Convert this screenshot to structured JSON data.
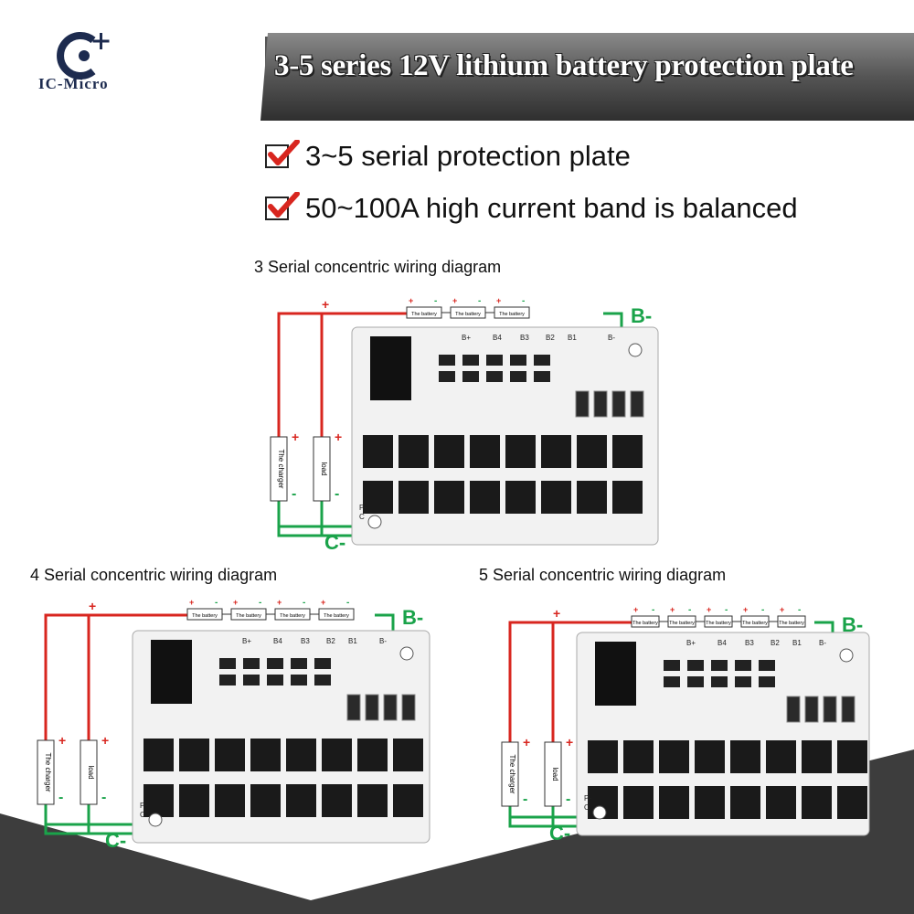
{
  "brand": {
    "name": "IC-Micro"
  },
  "banner": {
    "title": "3-5 series 12V lithium battery protection plate"
  },
  "features": [
    {
      "text": "3~5 serial protection plate"
    },
    {
      "text": "50~100A high current band is balanced"
    }
  ],
  "colors": {
    "positive_wire": "#d8261f",
    "negative_wire": "#1aa34a",
    "check": "#d8261f",
    "banner_dark": "#3a3a3a"
  },
  "diagrams": [
    {
      "title": "3 Serial concentric wiring diagram",
      "battery_label": "The battery",
      "battery_count": 3,
      "charger_label": "The charger",
      "load_label": "load",
      "plus": "+",
      "minus": "-",
      "b_minus": "B-",
      "c_minus": "C-",
      "board_labels": [
        "B+",
        "B4",
        "B3",
        "B2",
        "B1",
        "B-",
        "P-",
        "C"
      ]
    },
    {
      "title": "4 Serial concentric wiring diagram",
      "battery_label": "The battery",
      "battery_count": 4,
      "charger_label": "The charger",
      "load_label": "load",
      "plus": "+",
      "minus": "-",
      "b_minus": "B-",
      "c_minus": "C-",
      "board_labels": [
        "B+",
        "B4",
        "B3",
        "B2",
        "B1",
        "B-",
        "P-",
        "C"
      ]
    },
    {
      "title": "5 Serial concentric wiring diagram",
      "battery_label": "The battery",
      "battery_count": 5,
      "charger_label": "The charger",
      "load_label": "load",
      "plus": "+",
      "minus": "-",
      "b_minus": "B-",
      "c_minus": "C-",
      "board_labels": [
        "B+",
        "B4",
        "B3",
        "B2",
        "B1",
        "B-",
        "P-",
        "C"
      ]
    }
  ]
}
